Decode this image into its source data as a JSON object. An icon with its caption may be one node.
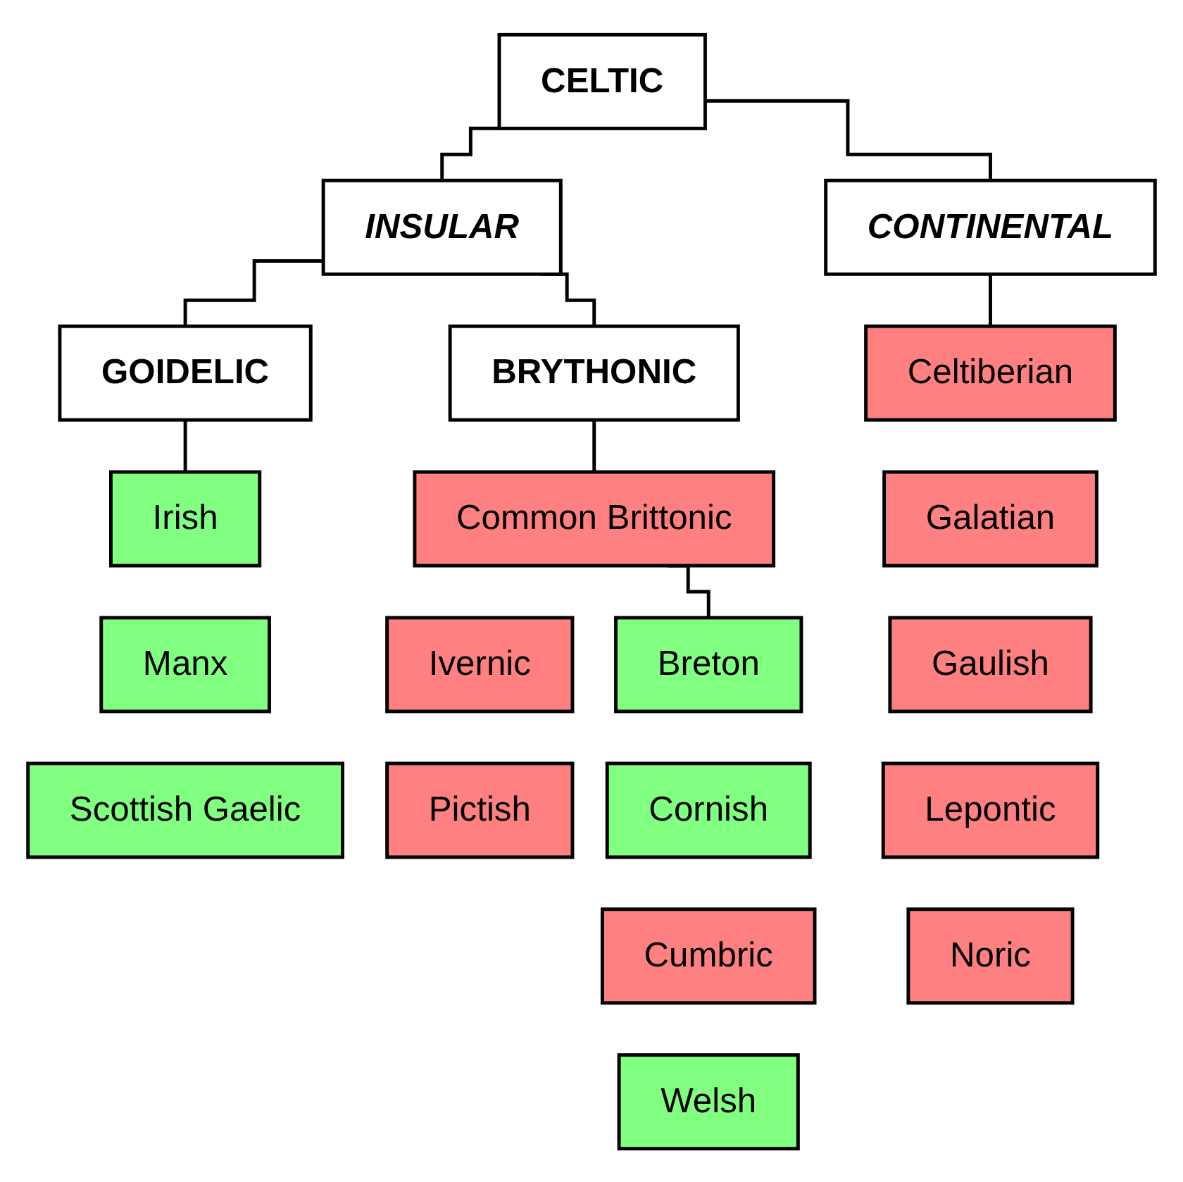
{
  "diagram": {
    "nodes": [
      {
        "text": [
          "CELTIC"
        ]
      },
      {
        "text": [
          "CONTINENTAL"
        ]
      },
      {
        "text": [
          "Celtiberian"
        ]
      },
      {
        "text": [
          "INSULAR"
        ]
      },
      {
        "text": [
          "Galatian"
        ]
      },
      {
        "text": [
          "Gaulish"
        ]
      },
      {
        "text": [
          "GOIDELIC"
        ]
      },
      {
        "text": [
          "BRYTHONIC"
        ]
      },
      {
        "text": [
          "Lepontic"
        ]
      },
      {
        "text": [
          "Noric"
        ]
      },
      {
        "text": [
          "Irish"
        ]
      },
      {
        "text": [
          "Common Brittonic"
        ]
      },
      {
        "text": [
          "Manx"
        ]
      },
      {
        "text": [
          "Ivernic"
        ]
      },
      {
        "text": [
          "Scottish Gaelic"
        ]
      },
      {
        "text": [
          "Pictish"
        ]
      },
      {
        "text": [
          "Breton"
        ]
      },
      {
        "text": [
          "Cornish"
        ]
      },
      {
        "text": [
          "Cumbric"
        ]
      },
      {
        "text": [
          "Welsh"
        ]
      }
    ],
    "edges": [
      {
        "from": 0,
        "to": 1,
        "arrow": "none"
      },
      {
        "from": 1,
        "to": 2,
        "arrow": "none"
      },
      {
        "from": 0,
        "to": 3,
        "arrow": "none"
      },
      {
        "from": 3,
        "to": 6,
        "arrow": "none"
      },
      {
        "from": 3,
        "to": 7,
        "arrow": "none"
      },
      {
        "from": 6,
        "to": 10,
        "arrow": "none"
      },
      {
        "from": 7,
        "to": 11,
        "arrow": "none"
      },
      {
        "from": 11,
        "to": 16,
        "arrow": "none"
      }
    ]
  }
}
